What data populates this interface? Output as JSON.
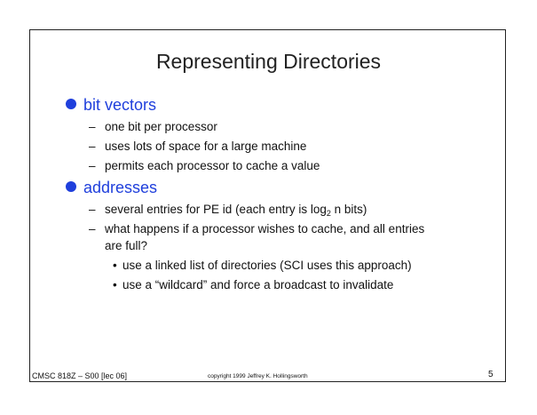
{
  "slide": {
    "title": "Representing Directories",
    "sections": [
      {
        "heading": "bit vectors",
        "items": [
          "one bit per processor",
          "uses lots of space for a large machine",
          "permits each processor to cache a value"
        ]
      },
      {
        "heading": "addresses",
        "items": [
          {
            "before": "several entries for PE id (each entry is log",
            "sub": "2",
            "after": " n bits)"
          },
          {
            "line1": "what happens if a processor wishes to cache, and all entries",
            "line2": "are full?"
          }
        ],
        "subitems": [
          "use a linked list of directories (SCI uses this approach)",
          "use a “wildcard” and force a broadcast to invalidate"
        ]
      }
    ]
  },
  "footer": {
    "course": "CMSC 818Z – S00  [lec 06]",
    "copyright": "copyright 1999 Jeffrey K. Hollingsworth",
    "page": "5"
  },
  "symbols": {
    "dash": "–",
    "bullet": "•"
  },
  "colors": {
    "accent": "#1f3fdc",
    "text": "#111111",
    "border": "#222222"
  },
  "icons": {
    "level1_bullet": "filled-circle-icon"
  }
}
